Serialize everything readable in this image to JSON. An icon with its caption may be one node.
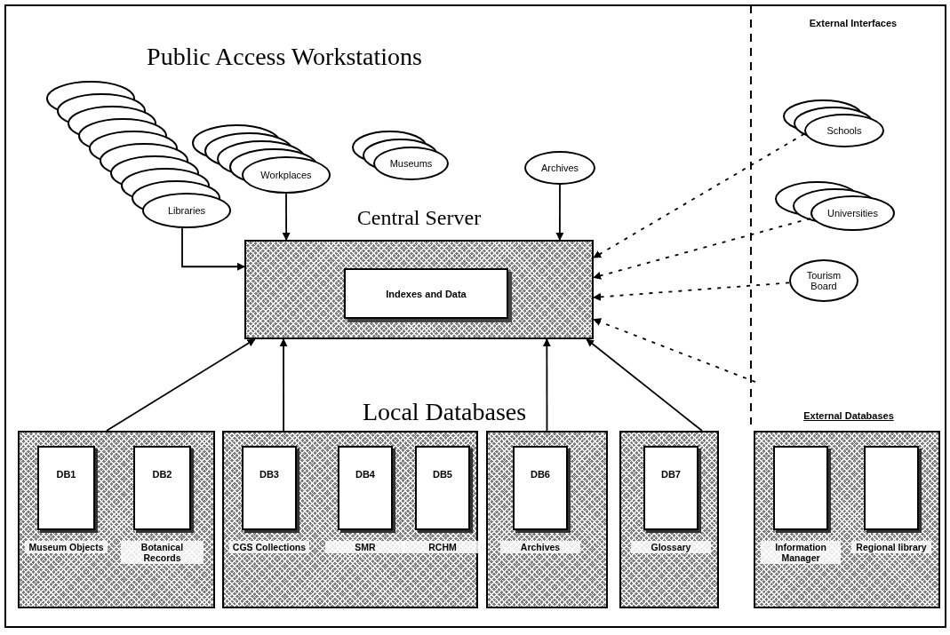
{
  "diagram": {
    "nodes": [
      {
        "text": [
          "Libraries"
        ]
      },
      {
        "text": [
          "Workplaces"
        ]
      },
      {
        "text": [
          "Museums"
        ]
      },
      {
        "text": [
          "Archives"
        ]
      },
      {
        "text": [
          "Central Server"
        ]
      },
      {
        "text": [
          "Indexes and Data"
        ],
        "in": 4
      },
      {
        "text": [
          "Schools"
        ]
      },
      {
        "text": [
          "Universities"
        ]
      },
      {
        "text": [
          "Tourism Board"
        ]
      },
      {
        "text": [],
        "shape": "box"
      },
      {
        "text": [
          "DB1"
        ],
        "in": 9,
        "beside": [
          "Museum Objects"
        ]
      },
      {
        "text": [
          "DB2"
        ],
        "in": 9,
        "beside": [
          "Botanical Records"
        ]
      },
      {
        "text": [],
        "shape": "box"
      },
      {
        "text": [
          "DB3"
        ],
        "in": 12,
        "beside": [
          "CGS Collections"
        ]
      },
      {
        "text": [
          "DB4"
        ],
        "in": 12,
        "beside": [
          "SMR"
        ]
      },
      {
        "text": [
          "DB5"
        ],
        "in": 12,
        "beside": [
          "RCHM"
        ]
      },
      {
        "text": [],
        "shape": "box"
      },
      {
        "text": [
          "DB6"
        ],
        "in": 16,
        "beside": [
          "Archives"
        ]
      },
      {
        "text": [],
        "shape": "box"
      },
      {
        "text": [
          "DB7"
        ],
        "in": 18,
        "beside": [
          "Glossary"
        ]
      },
      {
        "text": [],
        "shape": "box"
      },
      {
        "text": [],
        "shape": "box",
        "in": 20,
        "beside": [
          "Information Manager"
        ]
      },
      {
        "text": [],
        "shape": "box",
        "in": 20,
        "beside": [
          "Regional library"
        ]
      }
    ],
    "edges": [
      {
        "from": 0,
        "to": 4,
        "arrow": "to"
      },
      {
        "from": 1,
        "to": 4,
        "arrow": "to"
      },
      {
        "from": 3,
        "to": 4,
        "arrow": "to"
      },
      {
        "from": 6,
        "to": 4,
        "arrow": "to",
        "style": "dashed"
      },
      {
        "from": 7,
        "to": 4,
        "arrow": "to",
        "style": "dashed"
      },
      {
        "from": 8,
        "to": 4,
        "arrow": "to",
        "style": "dashed"
      },
      {
        "from": null,
        "to": 4,
        "arrow": "to",
        "style": "dashed"
      },
      {
        "from": 9,
        "to": 4,
        "arrow": "to"
      },
      {
        "from": 12,
        "to": 4,
        "arrow": "to"
      },
      {
        "from": 16,
        "to": 4,
        "arrow": "to"
      },
      {
        "from": 18,
        "to": 4,
        "arrow": "to"
      }
    ],
    "labels": [
      "Public Access Workstations",
      "External Interfaces",
      "Local Databases",
      "External Databases"
    ]
  }
}
